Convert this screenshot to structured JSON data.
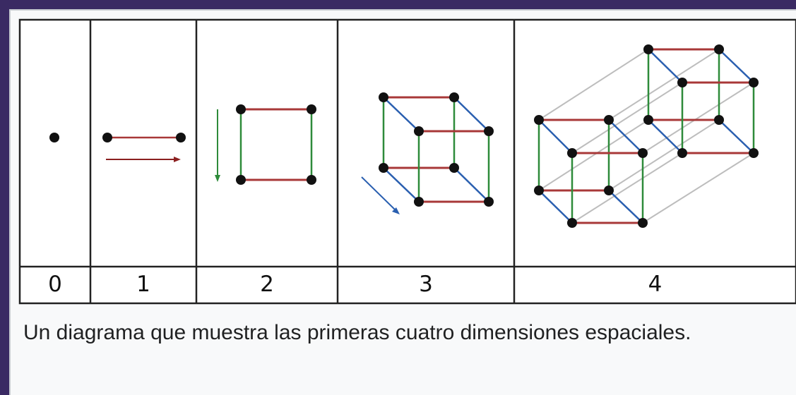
{
  "dimensions": [
    {
      "label": "0"
    },
    {
      "label": "1"
    },
    {
      "label": "2"
    },
    {
      "label": "3"
    },
    {
      "label": "4"
    }
  ],
  "caption": "Un diagrama que muestra las primeras cuatro dimensiones espaciales.",
  "colors": {
    "edge_x": "#a83838",
    "edge_y": "#2e8b3a",
    "edge_z": "#2a5fb0",
    "edge_w": "#bdbdbd",
    "vertex": "#111111",
    "frame": "#3a2a63"
  }
}
